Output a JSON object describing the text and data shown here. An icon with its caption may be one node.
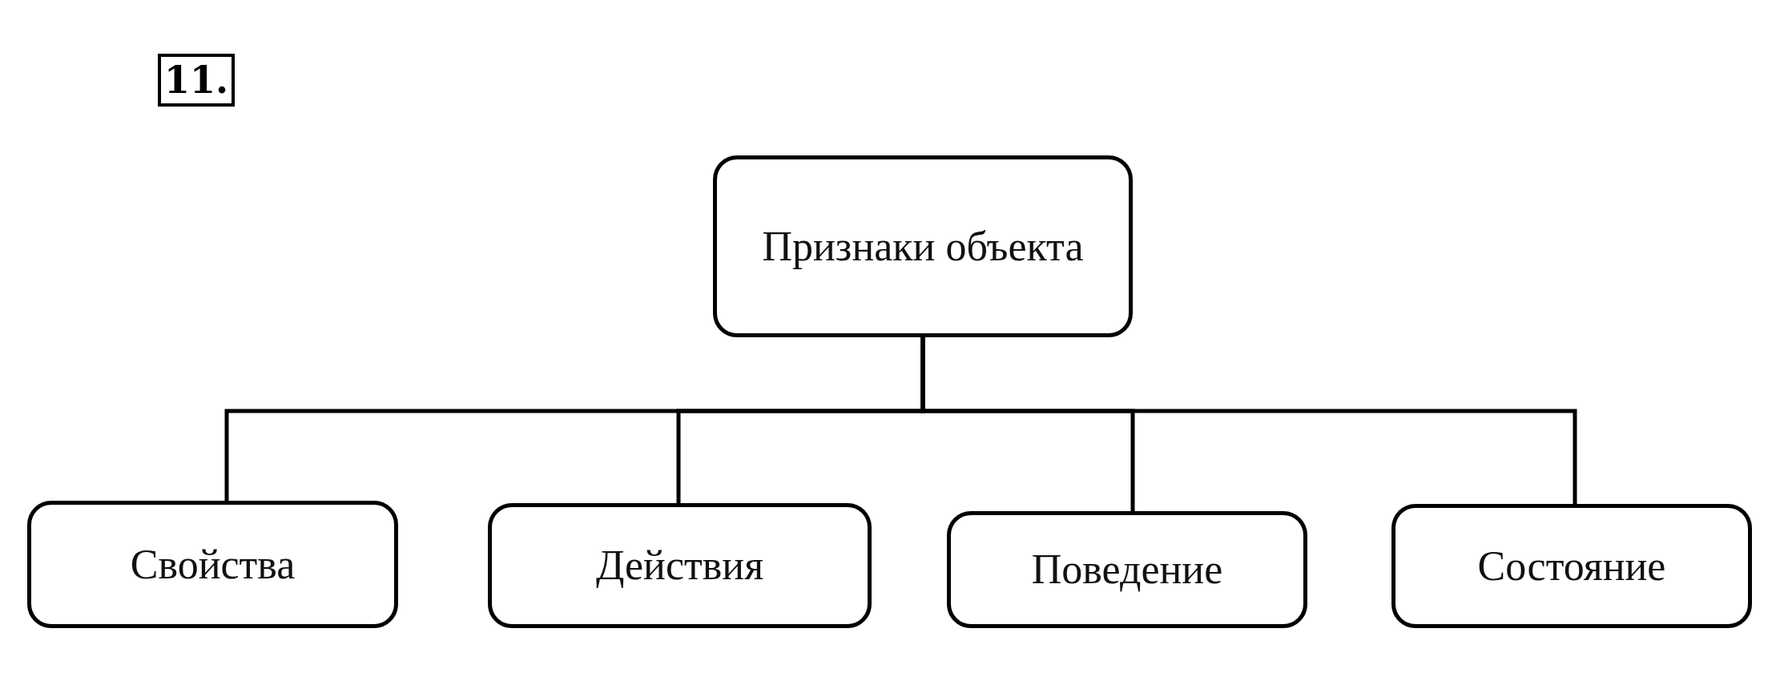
{
  "diagram": {
    "nodes": [
      {
        "text": [
          "Признаки объекта"
        ]
      },
      {
        "text": [
          "Свойства"
        ]
      },
      {
        "text": [
          "Действия"
        ]
      },
      {
        "text": [
          "Поведение"
        ]
      },
      {
        "text": [
          "Состояние"
        ]
      }
    ],
    "edges": [
      {
        "from": 0,
        "to": 1,
        "arrow": "none"
      },
      {
        "from": 0,
        "to": 2,
        "arrow": "none"
      },
      {
        "from": 0,
        "to": 3,
        "arrow": "none"
      },
      {
        "from": 0,
        "to": 4,
        "arrow": "none"
      }
    ],
    "labels": [
      "11."
    ]
  }
}
